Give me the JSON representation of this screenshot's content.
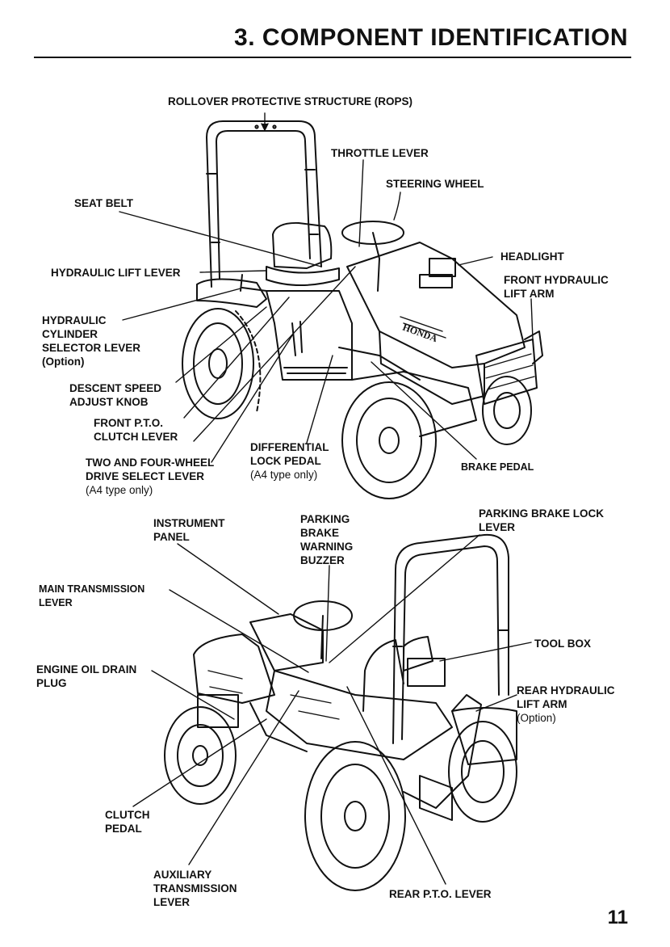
{
  "header": {
    "title": "3.  COMPONENT IDENTIFICATION"
  },
  "page_number": "11",
  "brand_logo": "HONDA",
  "top_view": {
    "labels": {
      "rops": "ROLLOVER PROTECTIVE STRUCTURE (ROPS)",
      "throttle": "THROTTLE LEVER",
      "steering": "STEERING WHEEL",
      "seat_belt": "SEAT BELT",
      "headlight": "HEADLIGHT",
      "hyd_lift_lever": "HYDRAULIC LIFT LEVER",
      "front_hyd_1": "FRONT HYDRAULIC",
      "front_hyd_2": "LIFT ARM",
      "hyd_cyl_1": "HYDRAULIC",
      "hyd_cyl_2": "CYLINDER",
      "hyd_cyl_3": "SELECTOR LEVER",
      "hyd_cyl_4": "(Option)",
      "descent_1": "DESCENT SPEED",
      "descent_2": "ADJUST KNOB",
      "front_pto_1": "FRONT P.T.O.",
      "front_pto_2": "CLUTCH LEVER",
      "diff_1": "DIFFERENTIAL",
      "diff_2": "LOCK PEDAL",
      "diff_3": "(A4 type only)",
      "two_four_1": "TWO AND FOUR-WHEEL",
      "two_four_2": "DRIVE SELECT LEVER",
      "two_four_3": "(A4 type only)",
      "brake_pedal": "BRAKE PEDAL"
    }
  },
  "bottom_view": {
    "labels": {
      "instrument_1": "INSTRUMENT",
      "instrument_2": "PANEL",
      "parking_buzzer_1": "PARKING",
      "parking_buzzer_2": "BRAKE",
      "parking_buzzer_3": "WARNING",
      "parking_buzzer_4": "BUZZER",
      "parking_lock_1": "PARKING BRAKE LOCK",
      "parking_lock_2": "LEVER",
      "main_trans_1": "MAIN TRANSMISSION",
      "main_trans_2": "LEVER",
      "tool_box": "TOOL BOX",
      "oil_drain_1": "ENGINE OIL DRAIN",
      "oil_drain_2": "PLUG",
      "rear_hyd_1": "REAR HYDRAULIC",
      "rear_hyd_2": "LIFT ARM",
      "rear_hyd_3": "(Option)",
      "clutch_1": "CLUTCH",
      "clutch_2": "PEDAL",
      "aux_1": "AUXILIARY",
      "aux_2": "TRANSMISSION",
      "aux_3": "LEVER",
      "rear_pto": "REAR P.T.O. LEVER"
    }
  }
}
